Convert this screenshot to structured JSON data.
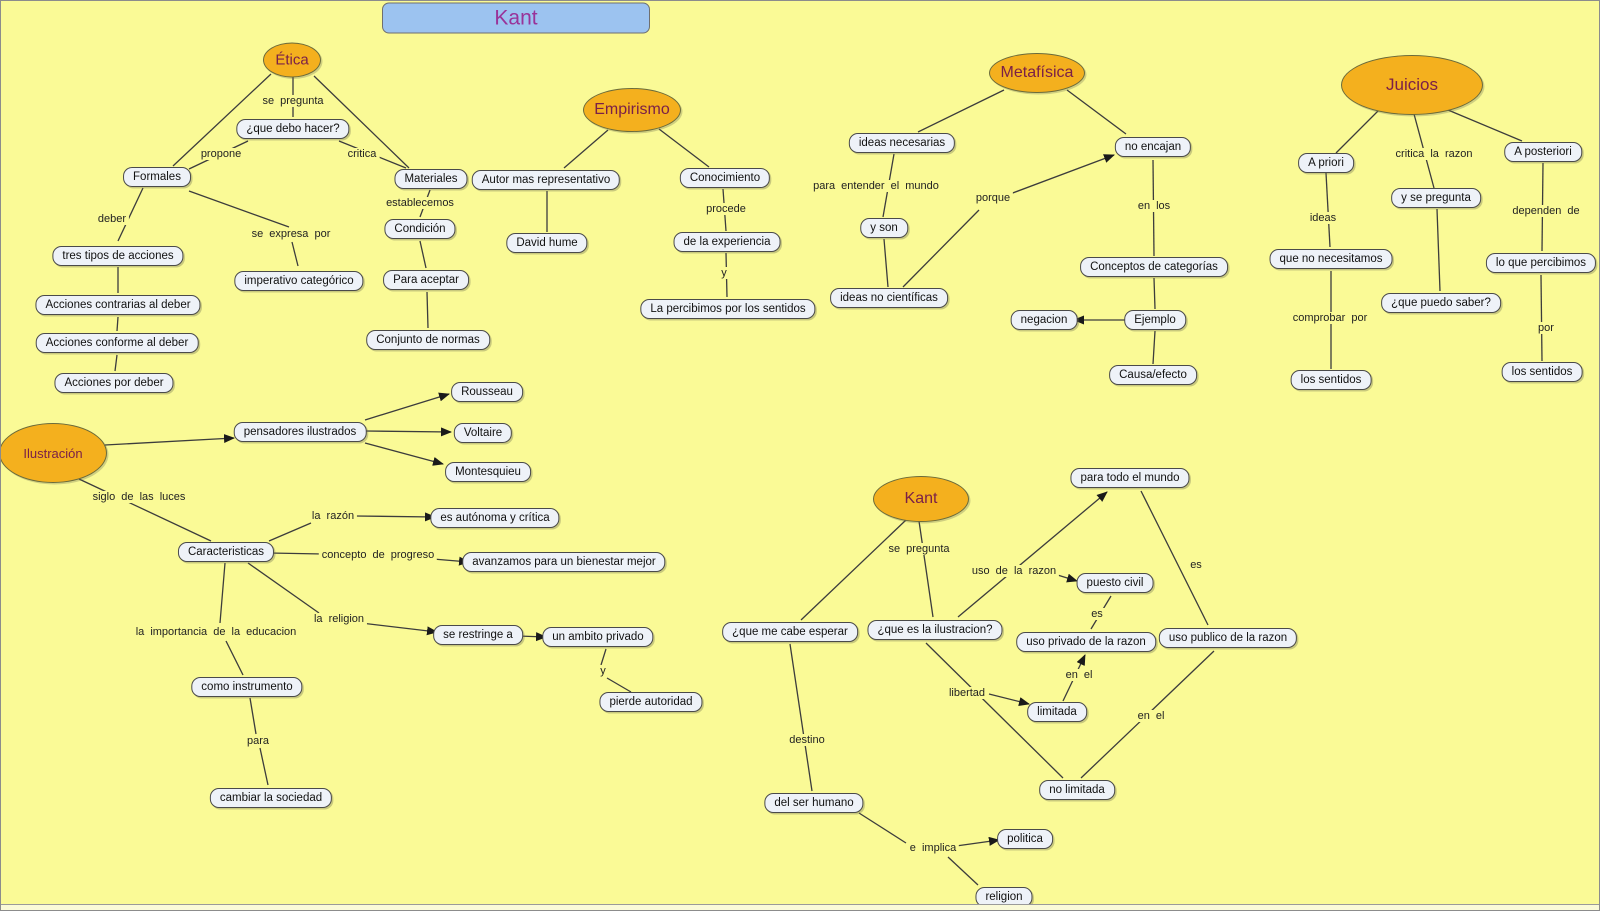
{
  "title": "Kant",
  "colors": {
    "background": "#fafa96",
    "concept_fill": "#f4b01e",
    "concept_text": "#7a2048",
    "box_fill": "#eef2f8",
    "title_fill": "#9cc3f0",
    "title_text": "#993399",
    "line": "#3c3c3c"
  },
  "sections": {
    "etica": {
      "concept": "Ética",
      "boxes": {
        "que_debo": "¿que debo hacer?",
        "formales": "Formales",
        "materiales": "Materiales",
        "tres_tipos": "tres tipos de acciones",
        "contrarias": "Acciones contrarias al deber",
        "conforme": "Acciones conforme al deber",
        "por_deber": "Acciones por deber",
        "imperativo": "imperativo categórico",
        "condicion": "Condición",
        "para_aceptar": "Para aceptar",
        "conjunto": "Conjunto de normas"
      },
      "labels": {
        "se_pregunta": "se pregunta",
        "propone": "propone",
        "critica": "critica",
        "deber": "deber",
        "se_expresa": "se expresa por",
        "establecemos": "establecemos"
      }
    },
    "empirismo": {
      "concept": "Empirismo",
      "boxes": {
        "autor": "Autor mas representativo",
        "david": "David hume",
        "conocimiento": "Conocimiento",
        "experiencia": "de la experiencia",
        "percibimos": "La percibimos por los sentidos"
      },
      "labels": {
        "procede": "procede",
        "y": "y"
      }
    },
    "metafisica": {
      "concept": "Metafísica",
      "boxes": {
        "ideas_necesarias": "ideas necesarias",
        "no_encajan": "no encajan",
        "y_son": "y son",
        "ideas_no_cientificas": "ideas no científicas",
        "conceptos": "Conceptos de categorías",
        "negacion": "negacion",
        "ejemplo": "Ejemplo",
        "causa_efecto": "Causa/efecto"
      },
      "labels": {
        "para_entender": "para entender el mundo",
        "porque": "porque",
        "en_los": "en los"
      }
    },
    "juicios": {
      "concept": "Juicios",
      "boxes": {
        "a_priori": "A priori",
        "a_posteriori": "A posteriori",
        "y_se_pregunta": "y se pregunta",
        "que_no_necesitamos": "que no necesitamos",
        "lo_que_percibimos": "lo que percibimos",
        "que_puedo_saber": "¿que puedo saber?",
        "sentidos_izq": "los sentidos",
        "sentidos_der": "los sentidos"
      },
      "labels": {
        "critica_la_razon": "critica la razon",
        "ideas": "ideas",
        "dependen_de": "dependen de",
        "comprobar_por": "comprobar por",
        "por": "por"
      }
    },
    "ilustracion": {
      "concept": "Ilustración",
      "boxes": {
        "pensadores": "pensadores  ilustrados",
        "rousseau": "Rousseau",
        "voltaire": "Voltaire",
        "montesquieu": "Montesquieu",
        "autonoma": "es autónoma y crítica",
        "caracteristicas": "Caracteristicas",
        "avanzamos": "avanzamos para un bienestar mejor",
        "restringe": "se restringe a",
        "ambito": "un ambito privado",
        "pierde": "pierde autoridad",
        "como_instrumento": "como instrumento",
        "cambiar": "cambiar la sociedad"
      },
      "labels": {
        "siglo": "siglo de las luces",
        "la_razon": "la razón",
        "progreso": "concepto de progreso",
        "la_religion": "la religion",
        "importancia": "la importancia de la educacion",
        "para": "para",
        "y": "y"
      }
    },
    "kant": {
      "concept": "Kant",
      "boxes": {
        "cabe_esperar": "¿que me cabe esperar",
        "que_es_ilustracion": "¿que es la ilustracion?",
        "para_todo": "para todo el mundo",
        "puesto_civil": "puesto civil",
        "uso_privado": "uso privado de la razon",
        "uso_publico": "uso publico de la razon",
        "limitada": "limitada",
        "no_limitada": "no limitada",
        "ser_humano": "del ser humano",
        "politica": "politica",
        "religion": "religion"
      },
      "labels": {
        "se_pregunta": "se pregunta",
        "uso_razon": "uso de la razon",
        "es_1": "es",
        "es_2": "es",
        "libertad": "libertad",
        "en_el_1": "en el",
        "en_el_2": "en el",
        "destino": "destino",
        "e_implica": "e implica"
      }
    }
  }
}
